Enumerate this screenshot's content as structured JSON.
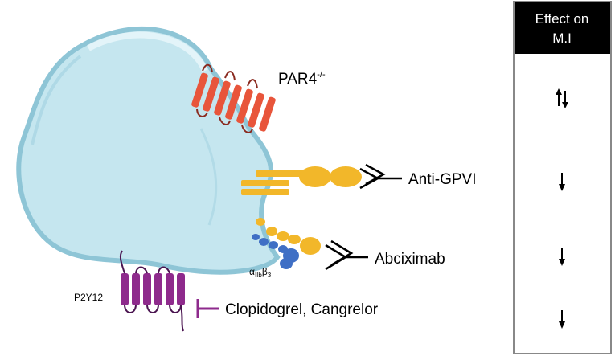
{
  "labels": {
    "par4": "PAR4",
    "par4_sup": "-/-",
    "anti_gpvi": "Anti-GPVI",
    "abciximab": "Abciximab",
    "integrin_alpha": "α",
    "integrin_alpha_sub": "IIb",
    "integrin_beta": "β",
    "integrin_beta_sub": "3",
    "p2y12": "P2Y12",
    "clopidogrel": "Clopidogrel,  Cangrelor"
  },
  "effect_panel": {
    "header_line1": "Effect on",
    "header_line2": "M.I",
    "effects": [
      {
        "target": "PAR4",
        "direction": "up-down"
      },
      {
        "target": "Anti-GPVI",
        "direction": "down"
      },
      {
        "target": "Abciximab",
        "direction": "down"
      },
      {
        "target": "Clopidogrel, Cangrelor",
        "direction": "down"
      }
    ]
  },
  "colors": {
    "platelet_fill": "#c5e6ef",
    "platelet_edge": "#8ec5d6",
    "par4_receptor": "#e8553b",
    "gpvi": "#f2b72a",
    "integrin_alpha": "#f2b72a",
    "integrin_beta": "#3f6fc5",
    "p2y12_receptor": "#8e2a8c",
    "header_bg": "#000000",
    "header_text": "#ffffff"
  }
}
